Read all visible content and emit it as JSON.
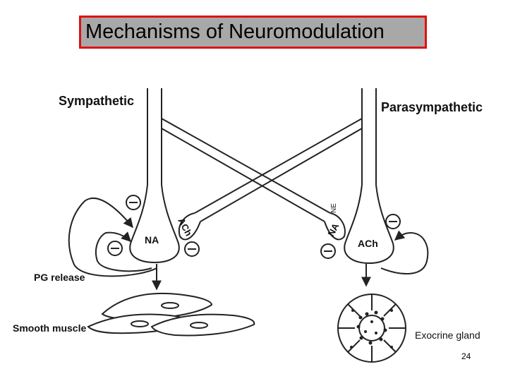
{
  "slide": {
    "title": "Mechanisms of Neuromodulation",
    "page_number": "24"
  },
  "diagram": {
    "sympathetic_label": "Sympathetic",
    "parasympathetic_label": "Parasympathetic",
    "sympathetic_terminal_label": "NA",
    "parasympathetic_terminal_label": "ACh",
    "cross_ach_label": "ACh",
    "cross_na_label": "NA",
    "ne_label": "NE",
    "pg_release_label": "PG release",
    "smooth_muscle_label": "Smooth muscle",
    "exocrine_gland_label": "Exocrine gland",
    "inhibition_symbol": "−"
  }
}
